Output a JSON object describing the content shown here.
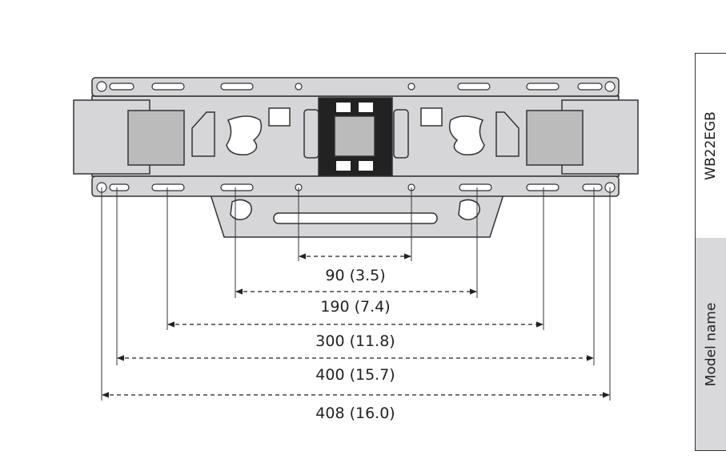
{
  "diagram": {
    "title": "Wall mount bracket hole spacing",
    "dimensions": [
      {
        "label": "90 (3.5)",
        "mm": 90,
        "inch": 3.5
      },
      {
        "label": "190 (7.4)",
        "mm": 190,
        "inch": 7.4
      },
      {
        "label": "300 (11.8)",
        "mm": 300,
        "inch": 11.8
      },
      {
        "label": "400 (15.7)",
        "mm": 400,
        "inch": 15.7
      },
      {
        "label": "408 (16.0)",
        "mm": 408,
        "inch": 16.0
      }
    ],
    "colors": {
      "plate": "#d6d6d8",
      "outline": "#333333",
      "table_header": "#d9d9db"
    }
  },
  "table": {
    "header": "Model name",
    "value": "WB22EGB"
  }
}
